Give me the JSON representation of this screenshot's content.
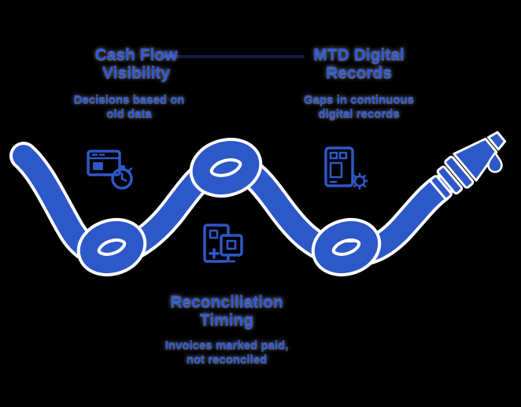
{
  "colors": {
    "bg": "#000000",
    "hose": "#2d58c8",
    "text": "#2b58e0",
    "connector": "#181845",
    "outline": "#ffffff"
  },
  "stages": [
    {
      "title": "Cash Flow Visibility",
      "subtitle": "Decisions based on old data",
      "icon": "window-timer-icon"
    },
    {
      "title": "MTD Digital Records",
      "subtitle": "Gaps in continuous digital records",
      "icon": "document-gear-icon"
    },
    {
      "title": "Reconciliation Timing",
      "subtitle": "Invoices marked paid, not reconciled",
      "icon": "documents-reconcile-icon"
    }
  ],
  "illustration": {
    "hose": "knotted-hose",
    "knots": 3,
    "end": "nozzle-with-water-drop"
  }
}
